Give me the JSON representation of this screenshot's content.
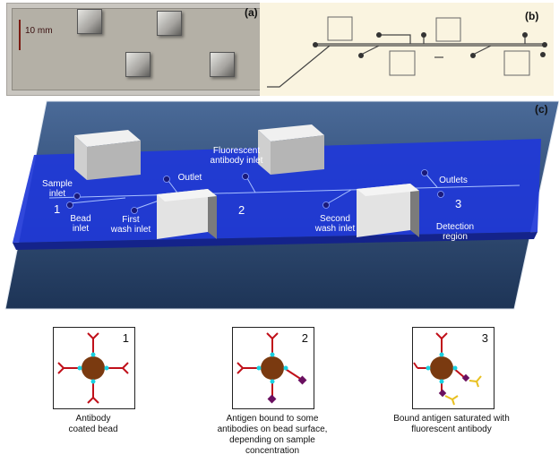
{
  "panels": {
    "a": {
      "label": "(a)",
      "scale_label": "10 mm"
    },
    "b": {
      "label": "(b)"
    },
    "c": {
      "label": "(c)"
    }
  },
  "device_labels": {
    "sample_inlet": [
      "Sample",
      "inlet"
    ],
    "bead_inlet": [
      "Bead",
      "inlet"
    ],
    "first_wash_inlet": [
      "First",
      "wash inlet"
    ],
    "outlet": "Outlet",
    "fluorescent_antibody_inlet": [
      "Fluorescent",
      "antibody inlet"
    ],
    "second_wash_inlet": [
      "Second",
      "wash inlet"
    ],
    "outlets": "Outlets",
    "detection_region": [
      "Detection",
      "region"
    ],
    "stage_1": "1",
    "stage_2": "2",
    "stage_3": "3"
  },
  "stages": [
    {
      "number": "1",
      "caption": [
        "Antibody",
        "coated bead"
      ]
    },
    {
      "number": "2",
      "caption": [
        "Antigen bound to some",
        "antibodies on bead surface,",
        "depending on sample",
        "concentration"
      ]
    },
    {
      "number": "3",
      "caption": [
        "Bound antigen saturated with",
        "fluorescent antibody"
      ]
    }
  ],
  "colors": {
    "channel": "#1f3ee0",
    "chip": "#3a5a88",
    "bead": "#7a3a10",
    "antibody": "#c0101a",
    "linker": "#18d0e0",
    "antigen": "#6a1060",
    "fluorescent_antibody": "#e8c020"
  }
}
